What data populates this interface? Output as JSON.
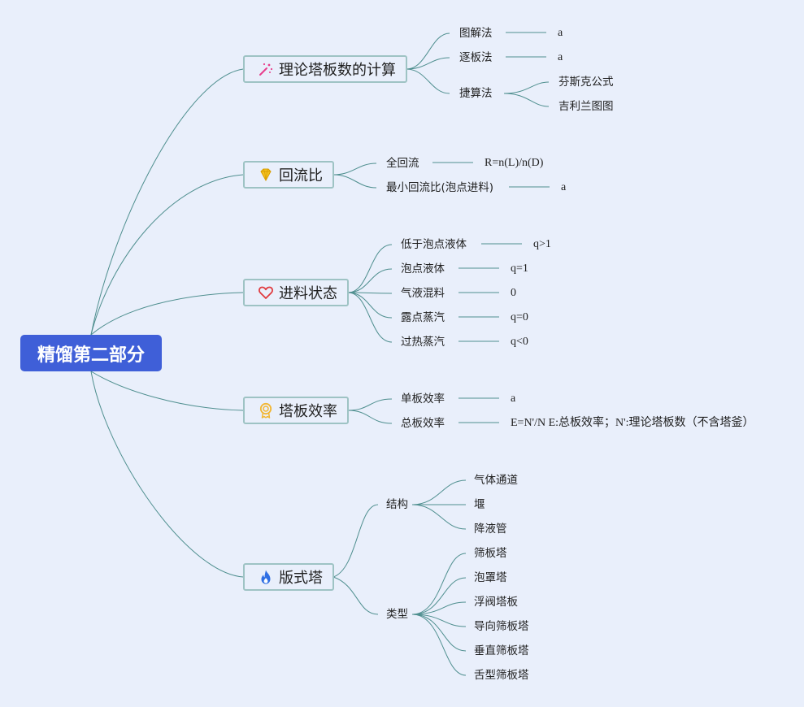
{
  "root": {
    "label": "精馏第二部分"
  },
  "branches": {
    "theory": {
      "label": "理论塔板数的计算",
      "icon": "magic-wand-icon",
      "items": [
        {
          "label": "图解法",
          "value": "a"
        },
        {
          "label": "逐板法",
          "value": "a"
        },
        {
          "label": "捷算法",
          "children": [
            "芬斯克公式",
            "吉利兰图图"
          ]
        }
      ]
    },
    "reflux": {
      "label": "回流比",
      "icon": "diamond-icon",
      "items": [
        {
          "label": "全回流",
          "value": "R=n(L)/n(D)"
        },
        {
          "label": "最小回流比(泡点进料)",
          "value": "a"
        }
      ]
    },
    "feed": {
      "label": "进料状态",
      "icon": "heart-icon",
      "items": [
        {
          "label": "低于泡点液体",
          "value": "q>1"
        },
        {
          "label": "泡点液体",
          "value": "q=1"
        },
        {
          "label": "气液混料",
          "value": "0"
        },
        {
          "label": "露点蒸汽",
          "value": "q=0"
        },
        {
          "label": "过热蒸汽",
          "value": "q<0"
        }
      ]
    },
    "efficiency": {
      "label": "塔板效率",
      "icon": "medal-icon",
      "items": [
        {
          "label": "单板效率",
          "value": "a"
        },
        {
          "label": "总板效率",
          "value": "E=N'/N E:总板效率；N':理论塔板数（不含塔釜）"
        }
      ]
    },
    "tray": {
      "label": "版式塔",
      "icon": "flame-icon",
      "items": [
        {
          "label": "结构",
          "children": [
            "气体通道",
            "堰",
            "降液管"
          ]
        },
        {
          "label": "类型",
          "children": [
            "筛板塔",
            "泡罩塔",
            "浮阀塔板",
            "导向筛板塔",
            "垂直筛板塔",
            "舌型筛板塔"
          ]
        }
      ]
    }
  },
  "colors": {
    "background": "#e9effb",
    "root_fill": "#3f5fd8",
    "branch_border": "#9ec3c4",
    "connector": "#4f8f8f",
    "wand": "#e83e8c",
    "diamond": "#f4c21f",
    "heart": "#e0393e",
    "medal": "#f2b632",
    "flame": "#2f6fe4"
  }
}
